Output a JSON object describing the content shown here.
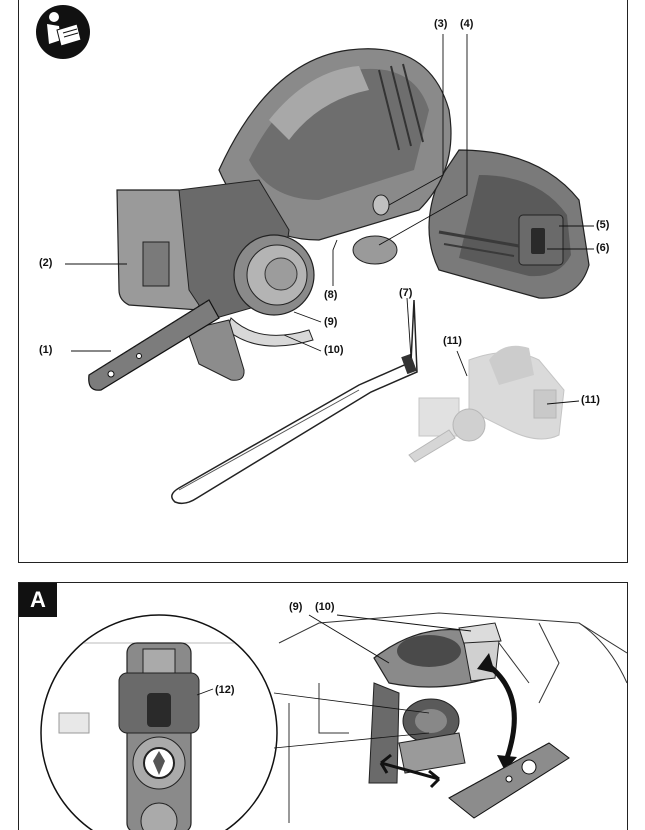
{
  "overview": {
    "labels": {
      "l1": "(1)",
      "l2": "(2)",
      "l3": "(3)",
      "l4": "(4)",
      "l5": "(5)",
      "l6": "(6)",
      "l7": "(7)",
      "l8": "(8)",
      "l9": "(9)",
      "l10": "(10)",
      "l11a": "(11)",
      "l11b": "(11)"
    }
  },
  "detail_a": {
    "panel_letter": "A",
    "labels": {
      "l9": "(9)",
      "l10": "(10)",
      "l12": "(12)"
    }
  },
  "icons": [
    "read-manual-icon"
  ],
  "colors": {
    "ink": "#111111",
    "tool_gray": "#8a8a8a",
    "tool_dark": "#4a4a4a",
    "ghost": "#d4d4d4"
  }
}
